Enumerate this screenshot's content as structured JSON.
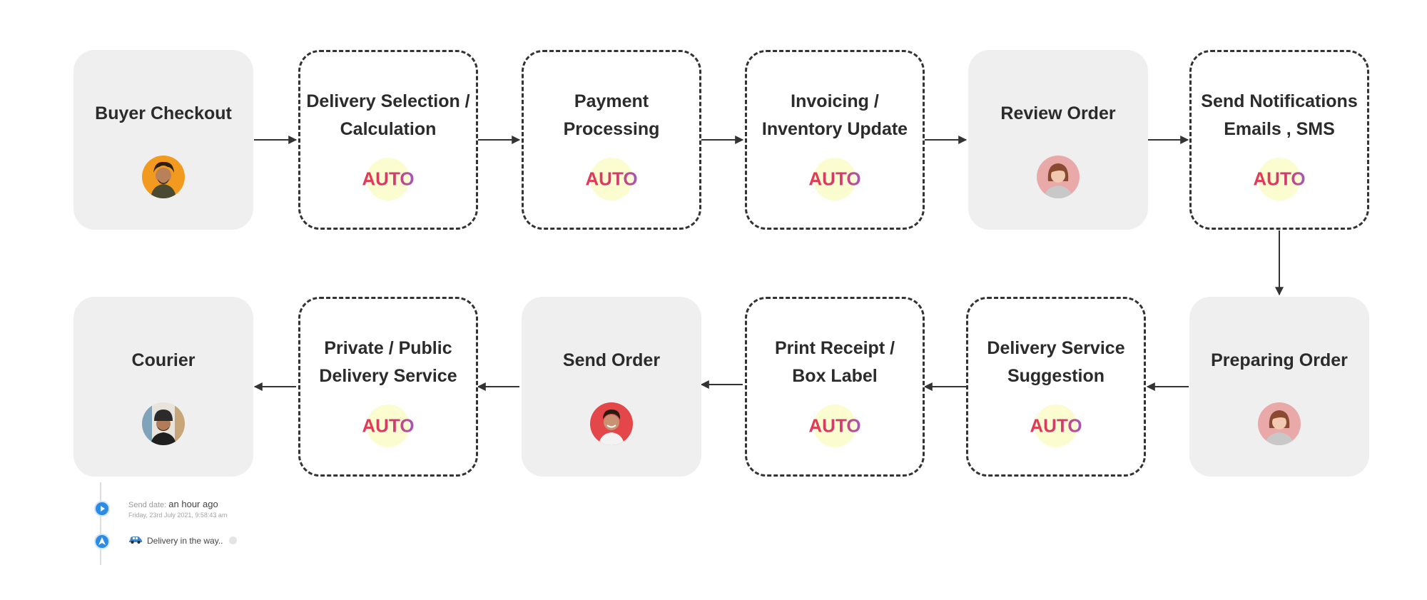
{
  "auto_label": "AUTO",
  "colors": {
    "manual_bg": "#efefef",
    "auto_border": "#333333",
    "auto_gradient": [
      "#e33a57",
      "#a35ab8"
    ],
    "timeline_accent": "#2b8be6"
  },
  "steps": [
    {
      "id": "buyer-checkout",
      "title": "Buyer Checkout",
      "type": "manual",
      "actor": "man-curly-hair-avatar"
    },
    {
      "id": "delivery-selection",
      "title": "Delivery Selection /\nCalculation",
      "type": "auto"
    },
    {
      "id": "payment-processing",
      "title": "Payment Processing",
      "type": "auto"
    },
    {
      "id": "invoicing",
      "title": "Invoicing /\nInventory Update",
      "type": "auto"
    },
    {
      "id": "review-order",
      "title": "Review Order",
      "type": "manual",
      "actor": "woman-avatar"
    },
    {
      "id": "send-notifications",
      "title": "Send Notifications\nEmails , SMS",
      "type": "auto"
    },
    {
      "id": "preparing-order",
      "title": "Preparing Order",
      "type": "manual",
      "actor": "woman-avatar"
    },
    {
      "id": "delivery-service-suggestion",
      "title": "Delivery Service\nSuggestion",
      "type": "auto"
    },
    {
      "id": "print-receipt",
      "title": "Print Receipt /\nBox Label",
      "type": "auto"
    },
    {
      "id": "send-order",
      "title": "Send Order",
      "type": "manual",
      "actor": "man-smiling-avatar"
    },
    {
      "id": "delivery-service",
      "title": "Private / Public\nDelivery Service",
      "type": "auto"
    },
    {
      "id": "courier",
      "title": "Courier",
      "type": "manual",
      "actor": "courier-helmet-avatar"
    }
  ],
  "timeline": {
    "send_date_label": "Send date:",
    "send_date_value": "an hour ago",
    "send_date_full": "Friday, 23rd July 2021, 9:58:43 am",
    "status_text": "Delivery in the way..",
    "status_icon": "car-icon"
  }
}
